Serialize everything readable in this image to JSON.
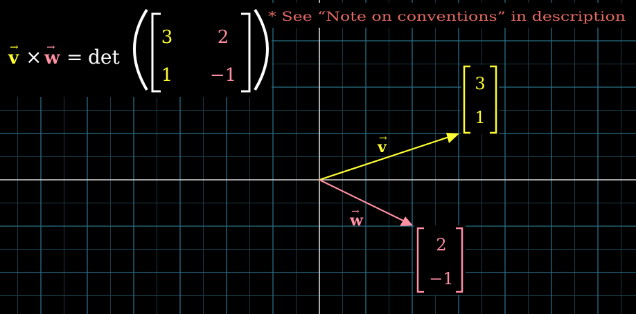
{
  "colors": {
    "background": "#000000",
    "grid": "#2a6f86",
    "grid_fine": "#1b3a46",
    "axis": "#d8d8d8",
    "v": "#ffff33",
    "w": "#ff8fa3",
    "note": "#e66a62",
    "text": "#ffffff"
  },
  "note": "* See “Note on conventions” in description",
  "formula": {
    "v_symbol": "v",
    "times": "×",
    "w_symbol": "w",
    "equals": "=",
    "det": "det",
    "matrix": [
      [
        "3",
        "2"
      ],
      [
        "1",
        "−1"
      ]
    ]
  },
  "vectors": {
    "v": {
      "label": "v",
      "components": [
        "3",
        "1"
      ]
    },
    "w": {
      "label": "w",
      "components": [
        "2",
        "−1"
      ]
    }
  },
  "plot": {
    "origin_x": 0,
    "origin_y": 0,
    "v": [
      3,
      1
    ],
    "w": [
      2,
      -1
    ]
  }
}
